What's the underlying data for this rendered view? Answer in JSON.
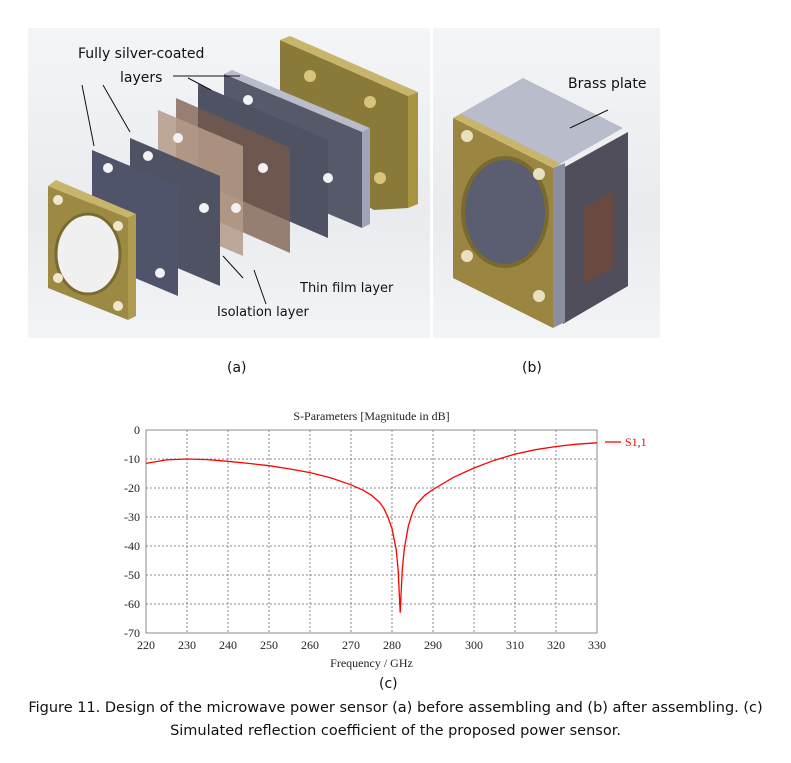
{
  "panel_a": {
    "labels": {
      "silver_line1": "Fully silver-coated",
      "silver_line2": "layers",
      "thin_film": "Thin film layer",
      "isolation": "Isolation layer"
    },
    "tag": "(a)"
  },
  "panel_b": {
    "labels": {
      "brass": "Brass plate"
    },
    "tag": "(b)"
  },
  "panel_c": {
    "tag": "(c)"
  },
  "caption": {
    "line1": "Figure 11. Design of the microwave power sensor (a) before assembling and (b) after assembling. (c)",
    "line2": "Simulated reflection coefficient of the proposed power sensor."
  },
  "chart_data": {
    "type": "line",
    "title": "S-Parameters [Magnitude in dB]",
    "xlabel": "Frequency / GHz",
    "ylabel": "",
    "xlim": [
      220,
      330
    ],
    "ylim": [
      -70,
      0
    ],
    "xticks": [
      220,
      230,
      240,
      250,
      260,
      270,
      280,
      290,
      300,
      310,
      320,
      330
    ],
    "yticks": [
      0,
      -10,
      -20,
      -30,
      -40,
      -50,
      -60,
      -70
    ],
    "grid": true,
    "legend_position": "right",
    "series": [
      {
        "name": "S1,1",
        "color": "#ff0000",
        "x": [
          220,
          225,
          230,
          235,
          240,
          245,
          250,
          255,
          260,
          265,
          270,
          273,
          275,
          277,
          278,
          279,
          280,
          281,
          281.5,
          282,
          282.5,
          283,
          284,
          285,
          286,
          288,
          290,
          295,
          300,
          305,
          310,
          315,
          320,
          325,
          330
        ],
        "y": [
          -11.5,
          -10.3,
          -10.0,
          -10.2,
          -10.8,
          -11.5,
          -12.3,
          -13.4,
          -14.7,
          -16.5,
          -18.9,
          -20.8,
          -22.5,
          -25,
          -27,
          -30,
          -34,
          -41,
          -48,
          -63,
          -48,
          -41,
          -33,
          -28.5,
          -25.5,
          -22.5,
          -20.5,
          -16.3,
          -13.1,
          -10.4,
          -8.3,
          -6.8,
          -5.7,
          -4.9,
          -4.4
        ]
      }
    ]
  }
}
